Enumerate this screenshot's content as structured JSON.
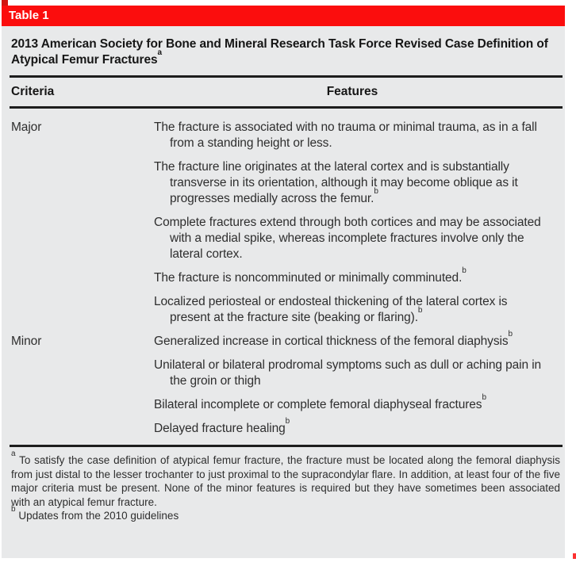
{
  "table": {
    "label": "Table 1",
    "title": "2013 American Society for Bone and Mineral Research Task Force Revised Case Definition of Atypical Femur Fractures",
    "title_footnote_marker": "a",
    "columns": {
      "criteria": "Criteria",
      "features": "Features"
    },
    "rows": [
      {
        "criteria": "Major",
        "features": [
          {
            "text": "The fracture is associated with no trauma or minimal trauma, as in a fall from a standing height or less.",
            "footnote": ""
          },
          {
            "text": "The fracture line originates at the lateral cortex and is substantially transverse in its orientation, although it may become oblique as it progresses medially across the femur.",
            "footnote": "b"
          },
          {
            "text": "Complete fractures extend through both cortices and may be associated with a medial spike, whereas incomplete fractures involve only the lateral cortex.",
            "footnote": ""
          },
          {
            "text": "The fracture is noncomminuted or minimally comminuted.",
            "footnote": "b"
          },
          {
            "text": "Localized periosteal or endosteal thickening of the lateral cortex is present at the fracture site (beaking or flaring).",
            "footnote": "b"
          }
        ]
      },
      {
        "criteria": "Minor",
        "features": [
          {
            "text": "Generalized increase in cortical thickness of the femoral diaphysis",
            "footnote": "b"
          },
          {
            "text": "Unilateral or bilateral prodromal symptoms such as dull or aching pain in the groin or thigh",
            "footnote": ""
          },
          {
            "text": "Bilateral incomplete or complete femoral diaphyseal fractures",
            "footnote": "b"
          },
          {
            "text": "Delayed fracture healing",
            "footnote": "b"
          }
        ]
      }
    ],
    "footnotes": [
      {
        "marker": "a",
        "text": "To satisfy the case definition of atypical femur fracture, the fracture must be located along the femoral diaphysis from just distal to the lesser trochanter to just proximal to the supracondylar flare. In addition, at least four of the five major criteria must be present. None of the minor features is required but they have sometimes been associated with an atypical femur fracture."
      },
      {
        "marker": "b",
        "text": "Updates from the 2010 guidelines"
      }
    ],
    "colors": {
      "accent_red": "#fb0d0d",
      "accent_red_dark": "#d21510",
      "card_bg": "#e8e9ea",
      "ink": "#161616"
    }
  }
}
